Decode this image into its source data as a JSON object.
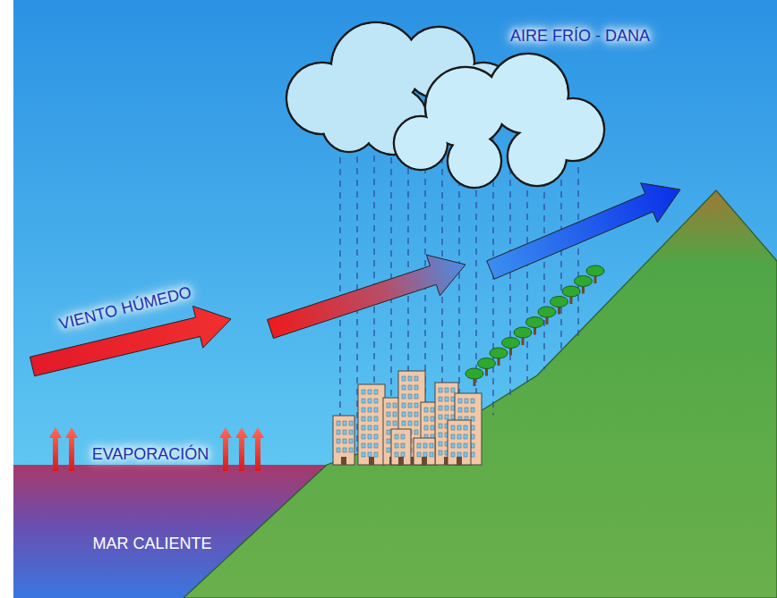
{
  "diagram": {
    "labels": [
      "AIRE FRÍO - DANA",
      "VIENTO HÚMEDO",
      "EVAPORACIÓN",
      "MAR CALIENTE"
    ]
  }
}
